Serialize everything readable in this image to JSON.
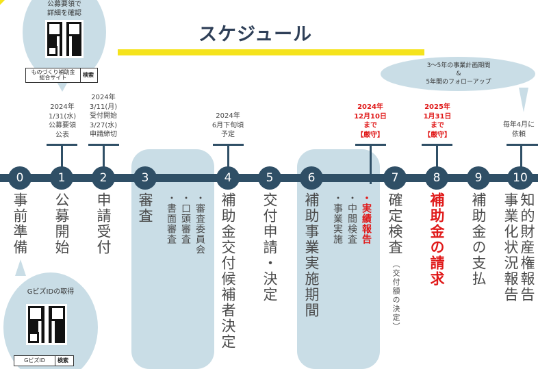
{
  "title": "スケジュール",
  "qr_top": {
    "caption_line1": "公募要領で",
    "caption_line2": "詳細を確認",
    "search_field": "ものづくり補助金\n総合サイト",
    "search_button": "検索"
  },
  "qr_bottom": {
    "caption": "GビズIDの取得",
    "search_field": "GビズID",
    "search_button": "検索"
  },
  "followup_bubble": "3〜5年の事業計画期間\n&\n5年間のフォローアップ",
  "steps": [
    {
      "num": "0",
      "label": "事前準備",
      "date": ""
    },
    {
      "num": "1",
      "label": "公募開始",
      "date": "2024年\n1/31(水)\n公募要領\n公表"
    },
    {
      "num": "2",
      "label": "申請受付",
      "date": "2024年\n3/11(月)\n受付開始\n3/27(水)\n申請締切"
    },
    {
      "num": "3",
      "label": "審査",
      "date": "",
      "subs": [
        "・審査委員会",
        "・口頭審査",
        "・書面審査"
      ]
    },
    {
      "num": "4",
      "label": "補助金交付候補者決定",
      "date": "2024年\n6月下旬頃\n予定"
    },
    {
      "num": "5",
      "label": "交付申請・決定",
      "date": ""
    },
    {
      "num": "6",
      "label": "補助事業実施期間",
      "date": "",
      "subs": [
        "・実績報告",
        "・中間検査",
        "・事業実施"
      ]
    },
    {
      "num": "7",
      "label": "確定検査",
      "date": "2024年\n12月10日\nまで\n【厳守】",
      "note": "（交付額の決定）"
    },
    {
      "num": "8",
      "label": "補助金の請求",
      "date": "2025年\n1月31日\nまで\n【厳守】"
    },
    {
      "num": "9",
      "label": "補助金の支払",
      "date": ""
    },
    {
      "num": "10",
      "label": "知的財産権報告",
      "label2": "事業化状況報告",
      "date": "毎年4月に\n依頼"
    }
  ],
  "colors": {
    "accent_yellow": "#f5e31c",
    "navy": "#2f4f66",
    "band": "#c9dde6",
    "deadline_red": "#e01919"
  }
}
